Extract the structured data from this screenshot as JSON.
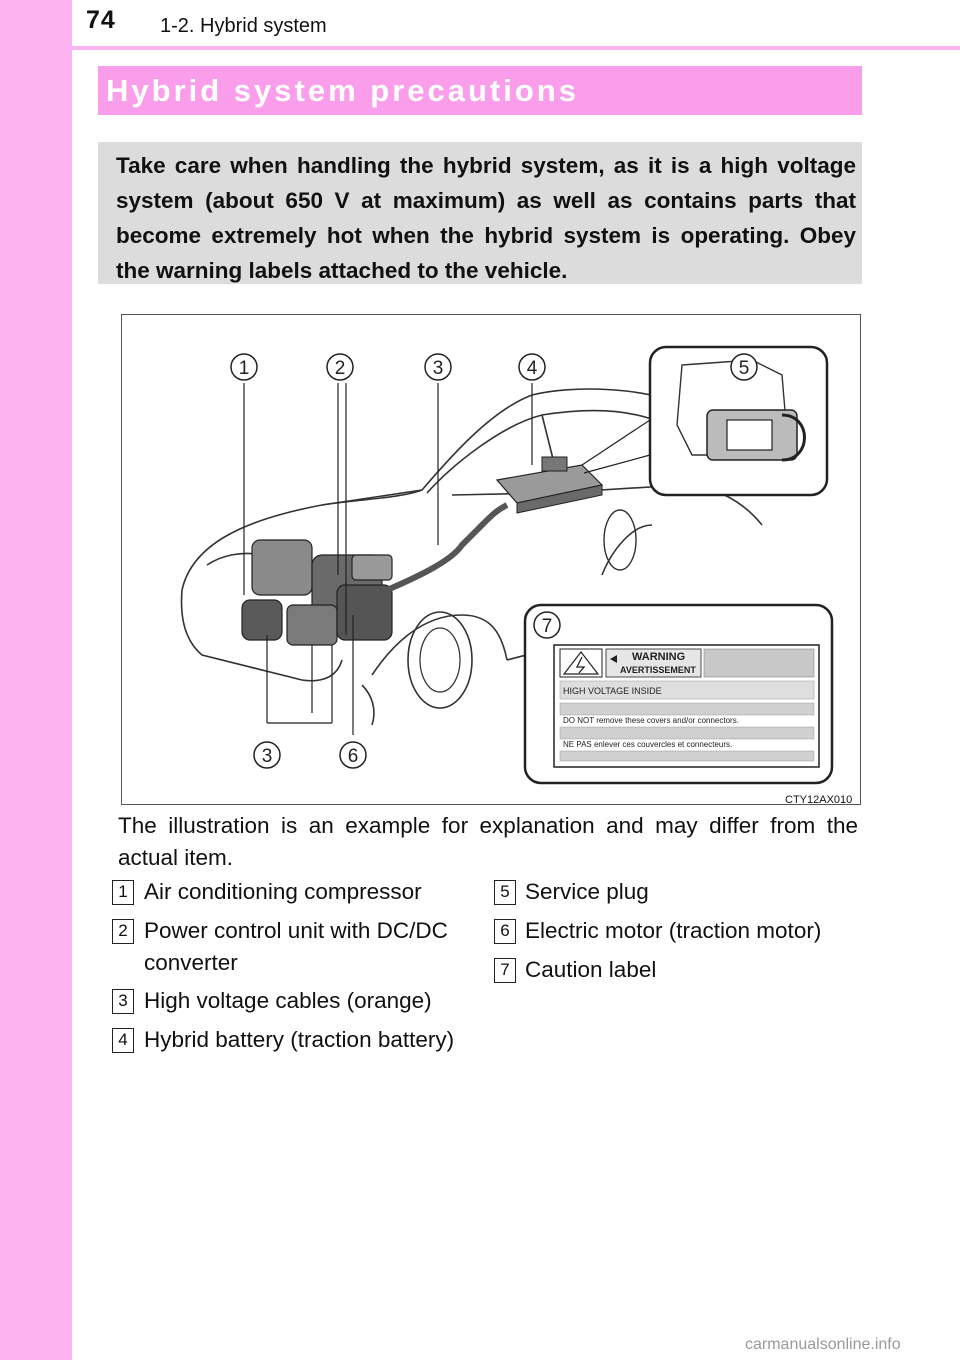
{
  "header": {
    "page_number": "74",
    "section": "1-2. Hybrid system"
  },
  "section_title": "Hybrid system precautions",
  "intro": "Take care when handling the hybrid system, as it is a high voltage system (about 650 V at maximum) as well as contains parts that become extremely hot when the hybrid system is operating. Obey the warning labels attached to the vehicle.",
  "figure": {
    "code": "CTY12AX010",
    "callouts": [
      "1",
      "2",
      "3",
      "4",
      "5",
      "3",
      "6",
      "7"
    ],
    "warning_label": {
      "title": "WARNING",
      "subtitle": "AVERTISSEMENT",
      "line1": "HIGH VOLTAGE INSIDE",
      "line2": "DO NOT remove these covers and/or connectors.",
      "line3": "NE PAS enlever ces couvercles et connecteurs."
    }
  },
  "caption": "The illustration is an example for explanation and may differ from the actual item.",
  "legend": {
    "left": [
      {
        "num": "1",
        "text": "Air conditioning compressor"
      },
      {
        "num": "2",
        "text": "Power control unit with DC/DC converter"
      },
      {
        "num": "3",
        "text": "High voltage cables (orange)"
      },
      {
        "num": "4",
        "text": "Hybrid battery (traction battery)"
      }
    ],
    "right": [
      {
        "num": "5",
        "text": "Service plug"
      },
      {
        "num": "6",
        "text": "Electric motor (traction motor)"
      },
      {
        "num": "7",
        "text": "Caution label"
      }
    ]
  },
  "watermark": "carmanualsonline.info",
  "colors": {
    "sidebar": "#fdb3f0",
    "title_bar": "#fa9eec",
    "intro_box": "#dcdcdc"
  }
}
